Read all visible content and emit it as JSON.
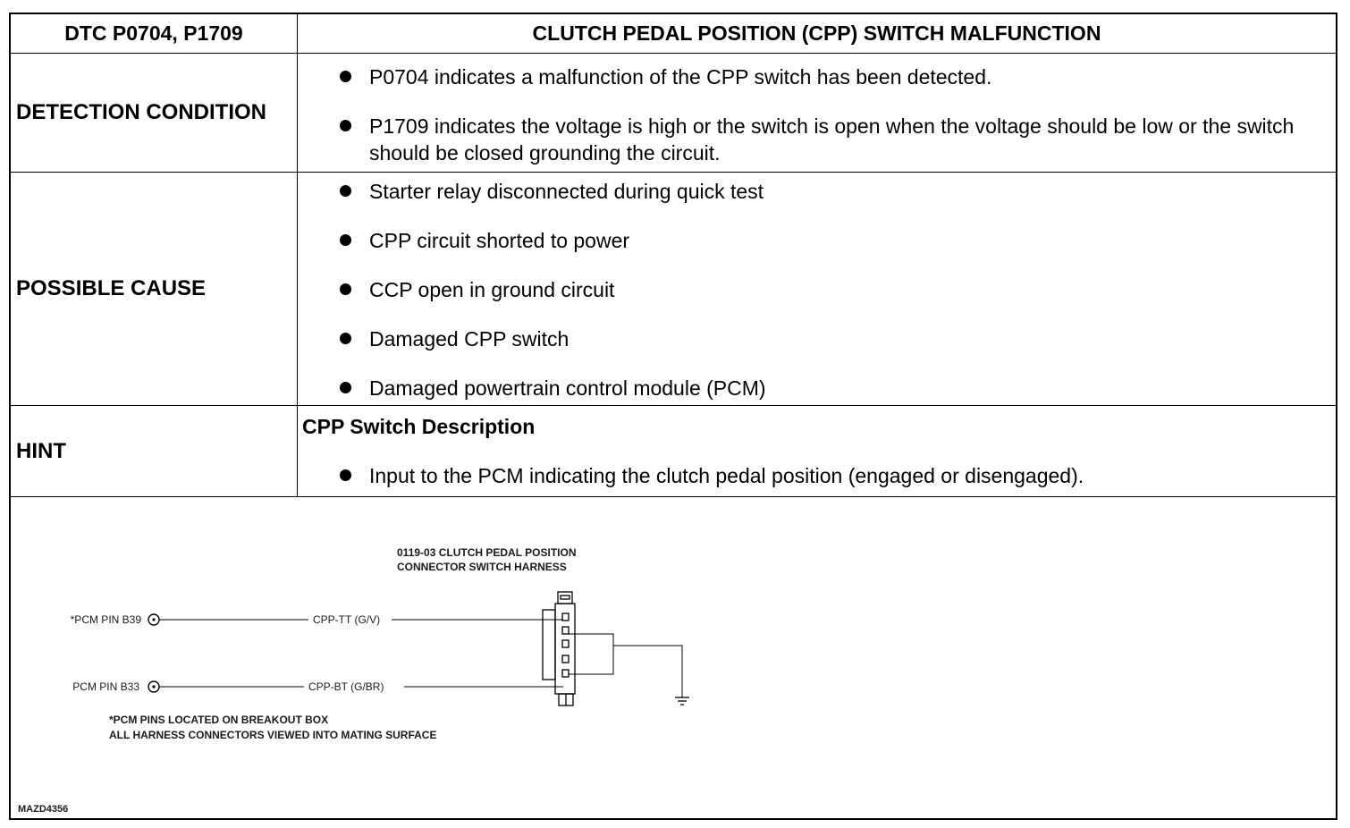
{
  "header": {
    "code": "DTC P0704, P1709",
    "title": "CLUTCH PEDAL POSITION (CPP) SWITCH MALFUNCTION"
  },
  "detection": {
    "label": "DETECTION CONDITION",
    "items": [
      "P0704 indicates a malfunction of the CPP switch has been detected.",
      "P1709 indicates the voltage is high or the switch is open when the voltage should be low or the switch should be closed grounding the circuit."
    ]
  },
  "possible_cause": {
    "label": "POSSIBLE CAUSE",
    "items": [
      "Starter relay disconnected during quick test",
      "CPP circuit shorted to power",
      "CCP open in ground circuit",
      "Damaged CPP switch",
      "Damaged powertrain control module (PCM)"
    ]
  },
  "hint": {
    "label": "HINT",
    "title": "CPP Switch Description",
    "items": [
      "Input to the PCM indicating the clutch pedal position (engaged or disengaged)."
    ]
  },
  "diagram": {
    "connector_title_1": "0119-03 CLUTCH PEDAL POSITION",
    "connector_title_2": "CONNECTOR SWITCH HARNESS",
    "pin1_label": "*PCM PIN B39",
    "wire1_label": "CPP-TT (G/V)",
    "pin2_label": "PCM PIN B33",
    "wire2_label": "CPP-BT (G/BR)",
    "note_1": "*PCM PINS LOCATED ON BREAKOUT BOX",
    "note_2": "ALL HARNESS CONNECTORS VIEWED INTO MATING SURFACE",
    "figure_id": "MAZD4356"
  }
}
